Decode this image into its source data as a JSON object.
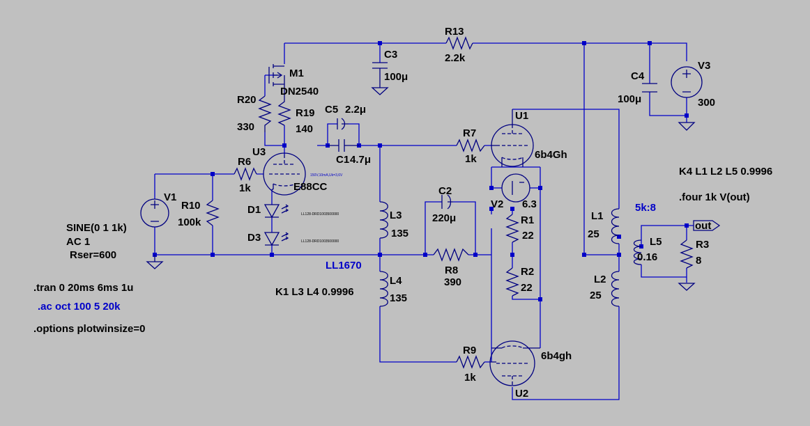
{
  "colors": {
    "background": "#c0c0c0",
    "wire": "#0000c8",
    "component": "#000080",
    "text": "#000000",
    "directive": "#0000c8"
  },
  "components": {
    "m1": {
      "name": "M1",
      "value": "DN2540"
    },
    "r13": {
      "name": "R13",
      "value": "2.2k"
    },
    "c3": {
      "name": "C3",
      "value": "100μ"
    },
    "c4": {
      "name": "C4",
      "value": "100μ"
    },
    "v3": {
      "name": "V3",
      "value": "300"
    },
    "r20": {
      "name": "R20",
      "value": "330"
    },
    "r19": {
      "name": "R19",
      "value": "140"
    },
    "c5": {
      "name": "C5",
      "value": "2.2μ"
    },
    "c1": {
      "name": "C1",
      "value": "4.7μ"
    },
    "r7": {
      "name": "R7",
      "value": "1k"
    },
    "u1": {
      "name": "U1",
      "value": "6b4Gh"
    },
    "u3": {
      "name": "U3",
      "value": "E88CC",
      "note": "150V,10mA,Uk=3,6V"
    },
    "r6": {
      "name": "R6",
      "value": "1k"
    },
    "v1": {
      "name": "V1",
      "value": "SINE(0 1 1k)",
      "ac": "AC 1",
      "rser": "Rser=600"
    },
    "r10": {
      "name": "R10",
      "value": "100k"
    },
    "d1": {
      "name": "D1",
      "model": "LL128-DRD1003500000"
    },
    "d3": {
      "name": "D3",
      "model": "LL128-DRD1003500000"
    },
    "l3": {
      "name": "L3",
      "value": "135"
    },
    "l4": {
      "name": "L4",
      "value": "135"
    },
    "c2": {
      "name": "C2",
      "value": "220μ"
    },
    "r8": {
      "name": "R8",
      "value": "390"
    },
    "v2": {
      "name": "V2",
      "value": "6.3"
    },
    "r1": {
      "name": "R1",
      "value": "22"
    },
    "r2": {
      "name": "R2",
      "value": "22"
    },
    "l1": {
      "name": "L1",
      "value": "25"
    },
    "l2": {
      "name": "L2",
      "value": "25"
    },
    "l5": {
      "name": "L5",
      "value": "0.16"
    },
    "r3": {
      "name": "R3",
      "value": "8"
    },
    "r9": {
      "name": "R9",
      "value": "1k"
    },
    "u2": {
      "name": "U2",
      "value": "6b4gh"
    }
  },
  "labels": {
    "ll1670": "LL1670",
    "ratio": "5k:8",
    "out_port": "out"
  },
  "directives": {
    "coupling_out": "K4 L1 L2 L5 0.9996",
    "four": ".four 1k V(out)",
    "coupling_in": "K1 L3 L4 0.9996",
    "tran": ".tran 0 20ms 6ms 1u",
    "ac": ".ac oct 100 5 20k",
    "options": ".options plotwinsize=0"
  }
}
